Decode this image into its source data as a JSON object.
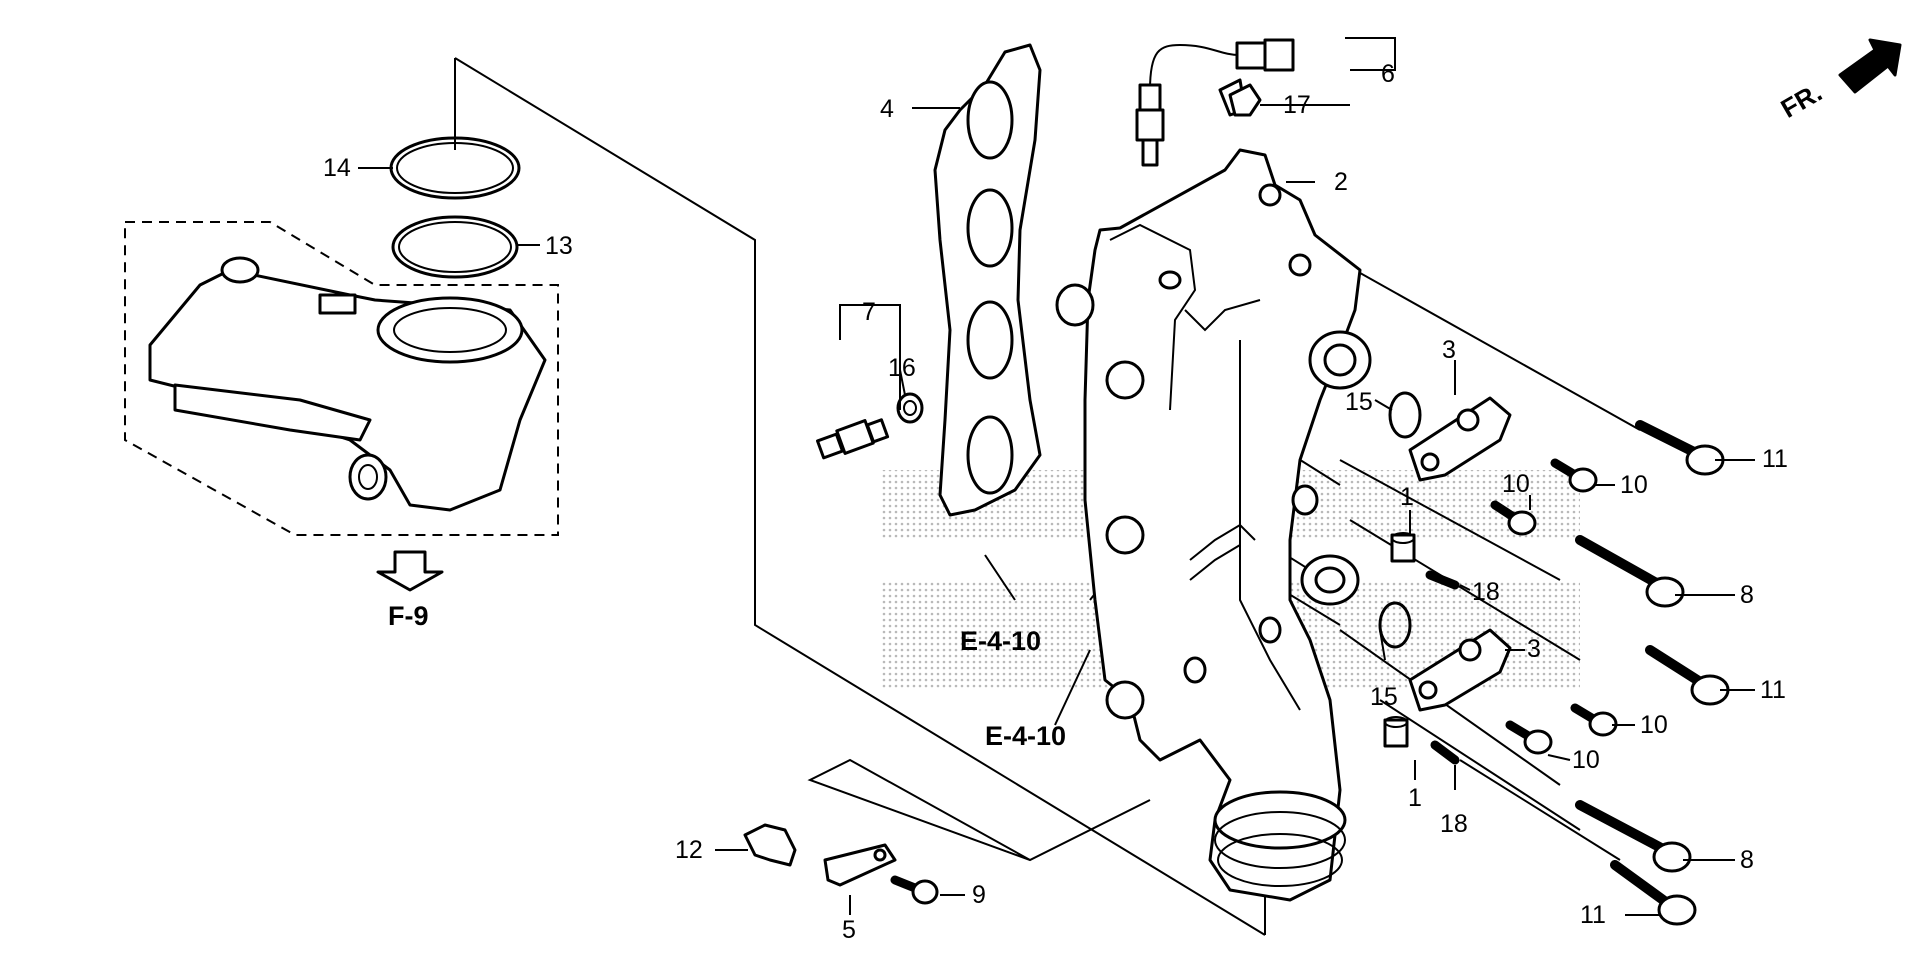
{
  "diagram": {
    "orientation_label": "FR.",
    "reference_labels": {
      "ref_f9": "F-9",
      "ref_e410_a": "E-4-10",
      "ref_e410_b": "E-4-10"
    },
    "callouts": {
      "c1a": "1",
      "c1b": "1",
      "c2": "2",
      "c3a": "3",
      "c3b": "3",
      "c4": "4",
      "c5": "5",
      "c6": "6",
      "c7": "7",
      "c8a": "8",
      "c8b": "8",
      "c9": "9",
      "c10a": "10",
      "c10b": "10",
      "c10c": "10",
      "c10d": "10",
      "c11a": "11",
      "c11b": "11",
      "c11c": "11",
      "c12": "12",
      "c13": "13",
      "c14": "14",
      "c15a": "15",
      "c15b": "15",
      "c16": "16",
      "c17": "17",
      "c18a": "18",
      "c18b": "18"
    },
    "colors": {
      "line": "#000000",
      "background": "#ffffff",
      "watermark": "#c8c8c8"
    }
  }
}
